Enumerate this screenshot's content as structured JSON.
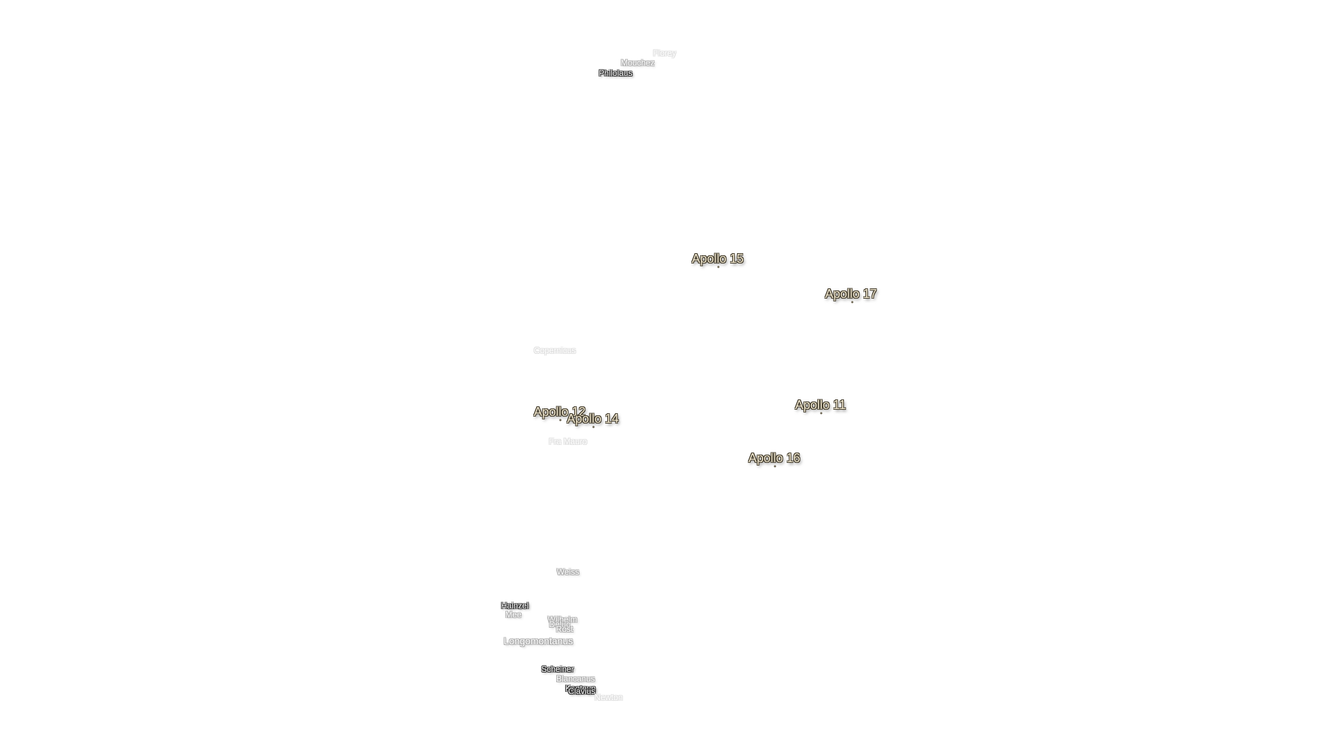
{
  "map": {
    "apollo_sites": [
      {
        "label": "Apollo 15"
      },
      {
        "label": "Apollo 17"
      },
      {
        "label": "Apollo 11"
      },
      {
        "label": "Apollo 12"
      },
      {
        "label": "Apollo 14"
      },
      {
        "label": "Apollo 16"
      }
    ],
    "craters": [
      {
        "label": "Florey"
      },
      {
        "label": "Mouchez"
      },
      {
        "label": "Philolaus"
      },
      {
        "label": "Copernicus"
      },
      {
        "label": "Fra Mauro"
      },
      {
        "label": "Weiss"
      },
      {
        "label": "Hainzel"
      },
      {
        "label": "Mee"
      },
      {
        "label": "Wilhelm"
      },
      {
        "label": "Longomontanus"
      },
      {
        "label": "Scheiner"
      },
      {
        "label": "Blancanus"
      },
      {
        "label": "Kapteyn"
      },
      {
        "label": "Clavius"
      },
      {
        "label": "Newton"
      },
      {
        "label": "Deluc"
      },
      {
        "label": "Rost"
      }
    ],
    "colors": {
      "background": "#ffffff",
      "apollo_text": "#f3ead2",
      "apollo_outline": "#3a3323",
      "crater_text": "#ffffff"
    }
  }
}
